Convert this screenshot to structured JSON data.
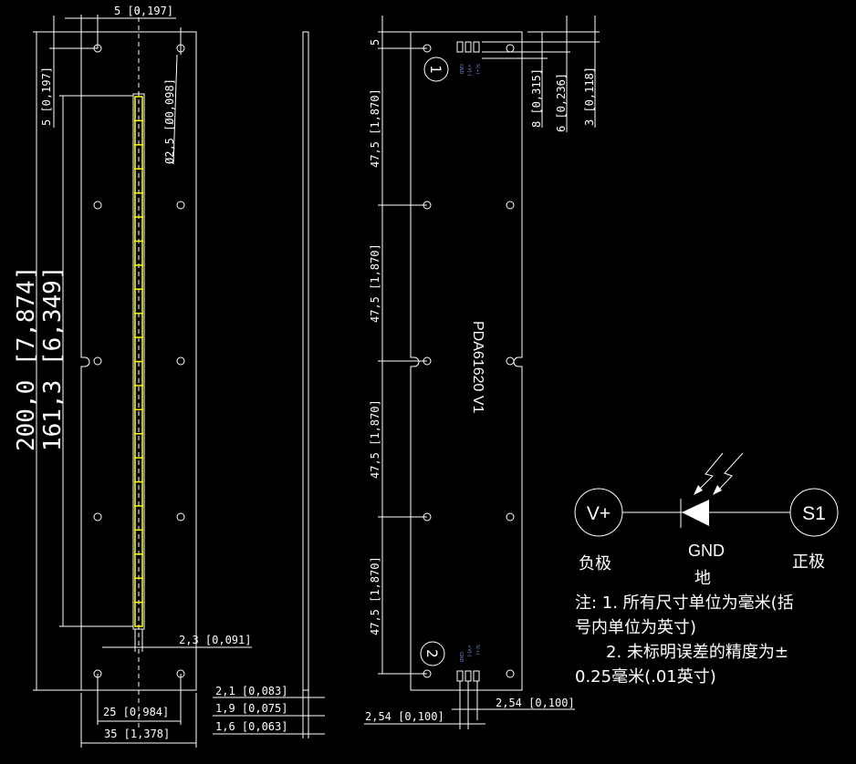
{
  "left_view": {
    "dim_top": "5 [0,197]",
    "dim_left_small": "5 [0,197]",
    "dim_hole": "Ø2,5 [Ø0,098]",
    "dim_total_length": "200,0 [7,874]",
    "dim_strip_length": "161,3 [6,349]",
    "dim_strip_width": "2,3 [0,091]",
    "dim_hole_spacing": "25 [0,984]",
    "dim_board_width": "35 [1,378]",
    "led_count": 22
  },
  "side_view": {
    "dim_1": "2,1 [0,083]",
    "dim_2": "1,9 [0,075]",
    "dim_3": "1,6 [0,063]"
  },
  "right_view": {
    "dim_top": "5",
    "dim_spacing": [
      "47,5 [1,870]",
      "47,5 [1,870]",
      "47,5 [1,870]",
      "47,5 [1,870]"
    ],
    "dim_8": "8 [0,315]",
    "dim_6": "6 [0,236]",
    "dim_3": "3 [0,118]",
    "board_label": "PDA61620 V1",
    "marker_1": "1",
    "marker_2": "2",
    "pin_labels": [
      "GND",
      "+V(-)",
      "S(+)"
    ],
    "dim_pitch_1": "2,54 [0,100]",
    "dim_pitch_2": "2,54 [0,100]"
  },
  "schematic": {
    "left_node": "V+",
    "right_node": "S1",
    "gnd": "GND",
    "left_cn": "负极",
    "right_cn": "正极",
    "gnd_cn": "地"
  },
  "notes": {
    "line1": "注: 1. 所有尺寸单位为毫米(括",
    "line2": "号内单位为英寸)",
    "line3": "2. 未标明误差的精度为±",
    "line4": "0.25毫米(.01英寸)"
  }
}
